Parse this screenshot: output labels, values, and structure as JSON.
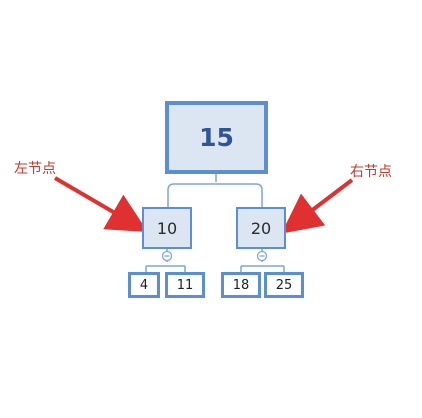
{
  "tree": {
    "root": "15",
    "left": "10",
    "right": "20",
    "leaves": [
      "4",
      "11",
      "18",
      "25"
    ]
  },
  "labels": {
    "left": "左节点",
    "right": "右节点"
  },
  "colors": {
    "node_fill": "#dce6f2",
    "node_border": "#5b8fcf",
    "root_text": "#2f5597",
    "arrow": "#e03131",
    "label": "#c0392b"
  },
  "icons": {
    "collapse": "minus-circle-icon"
  }
}
